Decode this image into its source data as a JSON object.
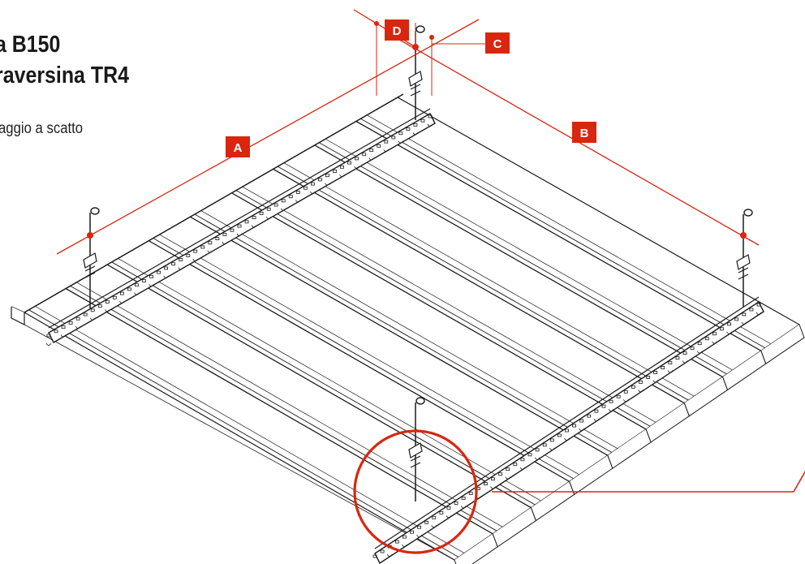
{
  "title": {
    "line1": "a B150",
    "line2": "raversina TR4"
  },
  "subtitle": "aggio a scatto",
  "callouts": [
    {
      "id": "A",
      "label": "A"
    },
    {
      "id": "B",
      "label": "B"
    },
    {
      "id": "C",
      "label": "C"
    },
    {
      "id": "D",
      "label": "D"
    }
  ],
  "colors": {
    "accent": "#d9260f",
    "line": "#1a1a1a",
    "background": "#ffffff"
  },
  "panel_count": 9,
  "carrier_count": 2,
  "hanger_count": 4
}
